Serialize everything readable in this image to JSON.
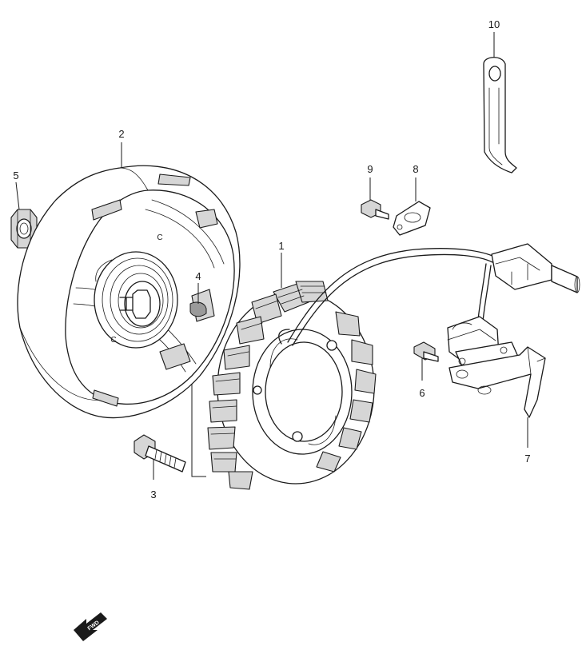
{
  "callouts": {
    "c1": "1",
    "c2": "2",
    "c3": "3",
    "c4": "4",
    "c5": "5",
    "c6": "6",
    "c7": "7",
    "c8": "8",
    "c9": "9",
    "c10": "10"
  },
  "flywheel_marks": {
    "mark_a": "C",
    "mark_b": "C"
  },
  "fwd_arrow": {
    "label": "FWD"
  }
}
